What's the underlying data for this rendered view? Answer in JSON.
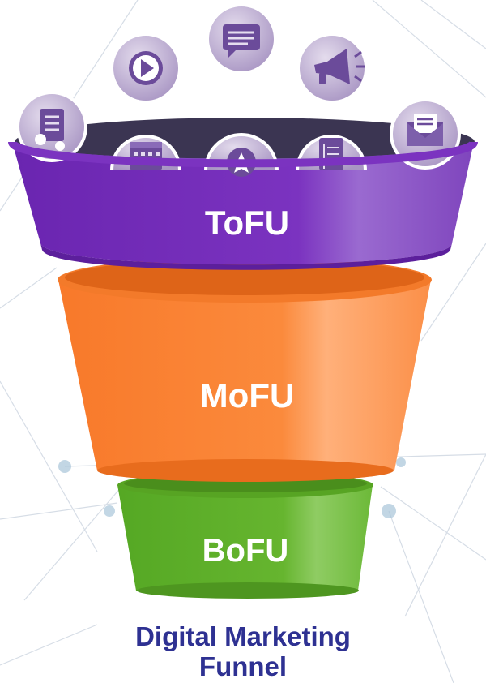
{
  "diagram": {
    "title_lines": [
      "Digital Marketing",
      "Funnel"
    ],
    "stages": [
      {
        "label": "ToFU",
        "color": "#7a32bd"
      },
      {
        "label": "MoFU",
        "color": "#fb8232"
      },
      {
        "label": "BoFU",
        "color": "#63b22e"
      }
    ],
    "icons": [
      "document-icon",
      "play-icon",
      "chat-message-icon",
      "megaphone-icon",
      "email-icon",
      "calendar-icon",
      "star-badge-icon",
      "notebook-icon"
    ],
    "colors": {
      "caption": "#2e3192",
      "icon_circle": "#b7a6cf",
      "icon_glyph": "#6b4b9a"
    }
  }
}
